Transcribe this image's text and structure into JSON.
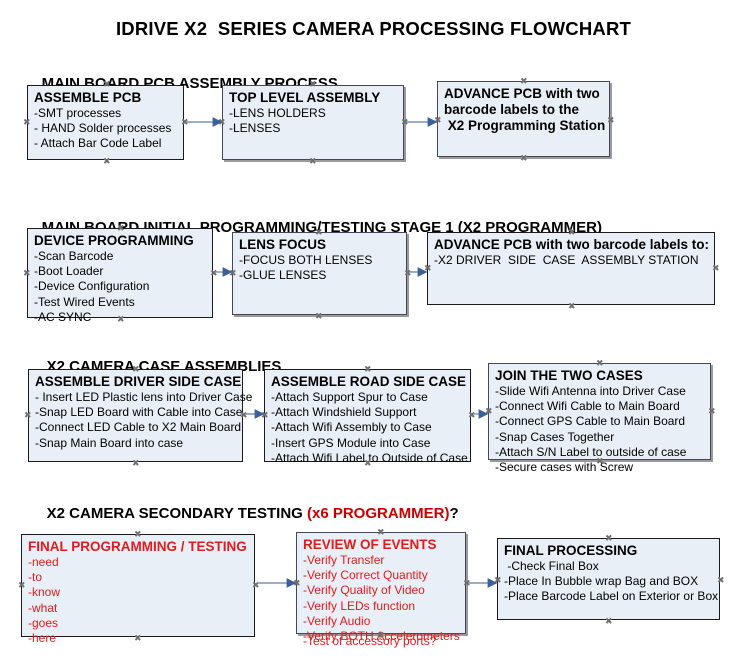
{
  "page": {
    "title": "IDRIVE X2  SERIES CAMERA PROCESSING FLOWCHART",
    "background": "#ffffff",
    "node_fill": "#e9eff7",
    "node_border": "#1a1a1a",
    "accent_red": "#e01b1b",
    "arrow_color": "#7a93b5",
    "arrowhead_color": "#3b5f99"
  },
  "sections": [
    {
      "id": "main-board-pcb-assembly",
      "heading": "MAIN BOARD PCB ASSEMBLY PROCESS",
      "heading_accent": "",
      "heading_suffix": "",
      "nodes": [
        {
          "id": "assemble-pcb",
          "head": "ASSEMBLE PCB",
          "lines": [
            "-SMT processes",
            "- HAND Solder processes",
            "- Attach Bar Code Label"
          ],
          "color": "black",
          "style": "thin"
        },
        {
          "id": "top-level-assembly",
          "head": "TOP LEVEL ASSEMBLY",
          "lines": [
            "-LENS HOLDERS",
            "-LENSES"
          ],
          "color": "black",
          "style": "shadow"
        },
        {
          "id": "advance-pcb-x2-programming-station",
          "head": "ADVANCE PCB with two\nbarcode labels to the\n X2 Programming Station",
          "lines": [],
          "color": "black",
          "style": "shadow"
        }
      ]
    },
    {
      "id": "main-board-initial-programming",
      "heading": "MAIN BOARD INITIAL PROGRAMMING/TESTING STAGE 1 (X2 PROGRAMMER)",
      "heading_accent": "",
      "heading_suffix": "",
      "nodes": [
        {
          "id": "device-programming",
          "head": "DEVICE PROGRAMMING",
          "lines": [
            "-Scan Barcode",
            "-Boot Loader",
            "-Device Configuration",
            "-Test Wired Events",
            "-AC SYNC"
          ],
          "color": "black",
          "style": "thin"
        },
        {
          "id": "lens-focus",
          "head": "LENS FOCUS",
          "lines": [
            "-FOCUS BOTH LENSES",
            "-GLUE LENSES"
          ],
          "color": "black",
          "style": "shadow"
        },
        {
          "id": "advance-pcb-driver-side-case",
          "head": "ADVANCE PCB with two barcode labels to:",
          "lines": [
            "-X2 DRIVER  SIDE  CASE  ASSEMBLY STATION"
          ],
          "color": "black",
          "style": "thin"
        }
      ]
    },
    {
      "id": "x2-camera-case-assemblies",
      "heading": "X2 CAMERA CASE ASSEMBLIES",
      "heading_accent": "",
      "heading_suffix": "",
      "nodes": [
        {
          "id": "assemble-driver-side-case",
          "head": "ASSEMBLE DRIVER SIDE CASE",
          "lines": [
            "- Insert LED Plastic lens into Driver Case",
            "-Snap LED Board with Cable into Case",
            "-Connect LED Cable to X2 Main Board",
            "-Snap Main Board into case"
          ],
          "color": "black",
          "style": "thin"
        },
        {
          "id": "assemble-road-side-case",
          "head": "ASSEMBLE ROAD SIDE CASE",
          "lines": [
            "-Attach Support Spur to Case",
            "-Attach Windshield Support",
            "-Attach Wifi Assembly to Case",
            "-Insert GPS Module into Case",
            "-Attach Wifi Label to Outside of Case"
          ],
          "color": "black",
          "style": "thin"
        },
        {
          "id": "join-the-two-cases",
          "head": "JOIN THE TWO CASES",
          "lines": [
            "-Slide Wifi Antenna into Driver Case",
            "-Connect Wifi Cable to Main Board",
            "-Connect GPS Cable to Main Board",
            "-Snap Cases Together",
            "-Attach S/N Label to outside of case",
            "-Secure cases with Screw"
          ],
          "color": "black",
          "style": "shadow"
        }
      ]
    },
    {
      "id": "x2-camera-secondary-testing",
      "heading": "X2 CAMERA SECONDARY TESTING ",
      "heading_accent": "(x6 PROGRAMMER)",
      "heading_suffix": "?",
      "nodes": [
        {
          "id": "final-programming-testing",
          "head": "FINAL PROGRAMMING / TESTING",
          "lines": [
            "-need",
            "-to",
            "-know",
            "-what",
            "-goes",
            "-here"
          ],
          "color": "red",
          "style": "thin"
        },
        {
          "id": "review-of-events",
          "head": "REVIEW OF EVENTS",
          "lines": [
            "-Verify Transfer",
            "-Verify Correct Quantity",
            "-Verify Quality of Video",
            "-Verify LEDs function",
            "-Verify Audio",
            "-Verify BOTH Accelerometers"
          ],
          "overflow_line": "-Test of accessory ports?",
          "color": "red",
          "style": "shadow"
        },
        {
          "id": "final-processing",
          "head": "FINAL PROCESSING",
          "lines": [
            " -Check Final Box",
            "-Place In Bubble wrap Bag and BOX",
            "-Place Barcode Label on Exterior or Box"
          ],
          "color": "black",
          "style": "thin"
        }
      ]
    }
  ],
  "connectors": [
    {
      "id": "conn-assemble-pcb-to-top-level",
      "from": "assemble-pcb",
      "to": "top-level-assembly"
    },
    {
      "id": "conn-top-level-to-advance-1",
      "from": "top-level-assembly",
      "to": "advance-pcb-x2-programming-station"
    },
    {
      "id": "conn-device-programming-to-lens-focus",
      "from": "device-programming",
      "to": "lens-focus"
    },
    {
      "id": "conn-lens-focus-to-advance-2",
      "from": "lens-focus",
      "to": "advance-pcb-driver-side-case"
    },
    {
      "id": "conn-driver-case-to-road-case",
      "from": "assemble-driver-side-case",
      "to": "assemble-road-side-case"
    },
    {
      "id": "conn-road-case-to-join",
      "from": "assemble-road-side-case",
      "to": "join-the-two-cases"
    },
    {
      "id": "conn-final-prog-to-review",
      "from": "final-programming-testing",
      "to": "review-of-events"
    },
    {
      "id": "conn-review-to-final-processing",
      "from": "review-of-events",
      "to": "final-processing"
    }
  ]
}
